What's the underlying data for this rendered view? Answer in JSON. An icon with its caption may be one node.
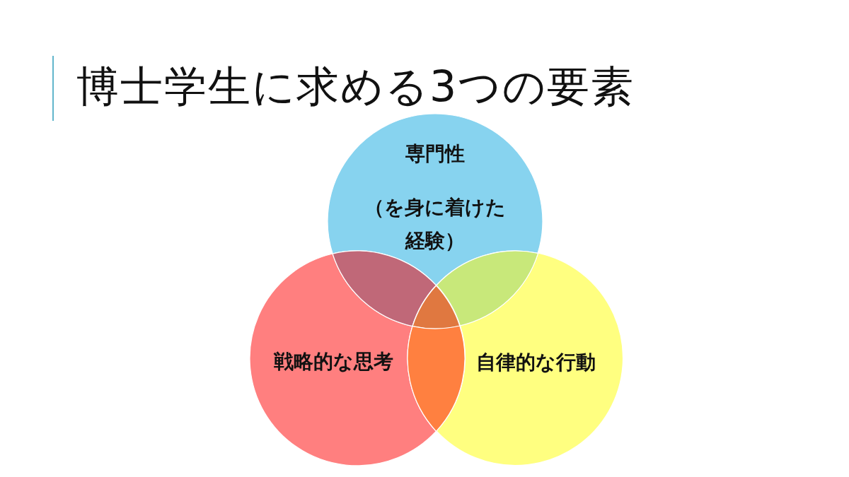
{
  "diagram": {
    "title": "博士学生に求める3つの要素",
    "nodes": [
      {
        "text": [
          "専門性",
          "（を身に着けた経験）"
        ]
      },
      {
        "text": [
          "戦略的な思考"
        ]
      },
      {
        "text": [
          "自律的な行動"
        ]
      },
      {
        "text": [],
        "shape": "lens"
      },
      {
        "text": [],
        "shape": "lens"
      },
      {
        "text": [],
        "shape": "triangle"
      },
      {
        "text": [],
        "shape": "lens"
      }
    ]
  }
}
